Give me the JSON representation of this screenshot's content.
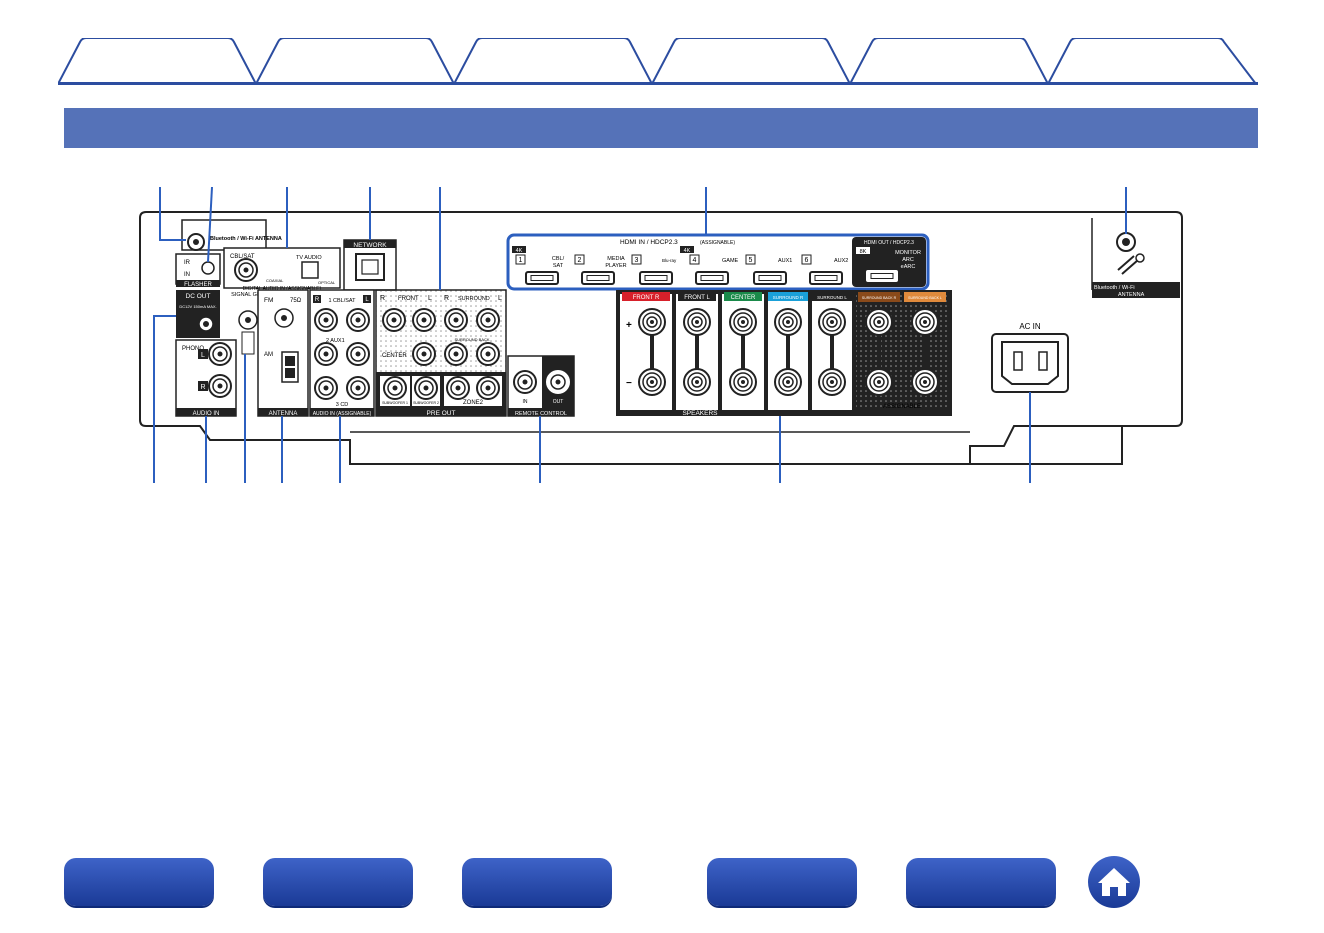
{
  "nav_tabs": [
    {
      "label": ""
    },
    {
      "label": ""
    },
    {
      "label": ""
    },
    {
      "label": ""
    },
    {
      "label": ""
    },
    {
      "label": ""
    }
  ],
  "header": {
    "title": ""
  },
  "panel": {
    "bt_antenna_left": "Bluetooth / Wi-Fi ANTENNA",
    "bt_antenna_right": "Bluetooth / Wi-Fi",
    "bt_antenna_right2": "ANTENNA",
    "flasher": "FLASHER",
    "flasher_ir": "IR",
    "flasher_in": "IN",
    "dc_out": "DC OUT",
    "dc_out_spec": "DC12V 150mA MAX.",
    "signal_gnd": "SIGNAL GND",
    "phono": "PHONO",
    "audio_in": "AUDIO IN",
    "cbl_sat_coax": "CBL/SAT",
    "coaxial": "COAXIAL",
    "tv_audio": "TV AUDIO",
    "optical": "OPTICAL",
    "digital_audio_in": "DIGITAL AUDIO IN (ASSIGNABLE)",
    "network": "NETWORK",
    "fm": "FM",
    "ohm": "75Ω",
    "am": "AM",
    "antenna": "ANTENNA",
    "analog_1": "1 CBL/SAT",
    "analog_2": "2 AUX1",
    "analog_3": "3 CD",
    "audio_in_assign": "AUDIO IN (ASSIGNABLE)",
    "ch_r": "R",
    "ch_l": "L",
    "front": "FRONT",
    "surround": "SURROUND",
    "surround_back": "SURROUND BACK",
    "center": "CENTER",
    "subwoofer1": "SUBWOOFER 1",
    "subwoofer2": "SUBWOOFER 2",
    "zone2": "ZONE2",
    "pre_out": "PRE OUT",
    "remote_in": "IN",
    "remote_out": "OUT",
    "remote_control": "REMOTE CONTROL",
    "hdmi_in_title": "HDMI IN / HDCP2.3",
    "hdmi_assign": "(ASSIGNABLE)",
    "k4": "4K",
    "k8": "8K",
    "hdmi_in": [
      {
        "num": "1",
        "label": "CBL/",
        "label2": "SAT"
      },
      {
        "num": "2",
        "label": "MEDIA",
        "label2": "PLAYER"
      },
      {
        "num": "3",
        "label": "Blu-ray",
        "label2": ""
      },
      {
        "num": "4",
        "label": "GAME",
        "label2": ""
      },
      {
        "num": "5",
        "label": "AUX1",
        "label2": ""
      },
      {
        "num": "6",
        "label": "AUX2",
        "label2": ""
      }
    ],
    "hdmi_out_title": "HDMI OUT / HDCP2.3",
    "monitor": "MONITOR",
    "arc": "ARC",
    "earc": "eARC",
    "speaker_heads": [
      "FRONT R",
      "FRONT L",
      "CENTER",
      "SURROUND R",
      "SURROUND L",
      "SURROUND BACK R",
      "SURROUND BACK L"
    ],
    "speakers": "SPEAKERS",
    "assignable": "ASSIGNABLE",
    "plus": "+",
    "minus": "−",
    "ac_in": "AC IN"
  },
  "colors": {
    "tab_line": "#2c4da0",
    "header_bar": "#5572b8",
    "button": "#2448b0",
    "front_r": "#d7202a",
    "center": "#1a8a4a",
    "surround": "#1aa0d8",
    "surround_back_l": "#e08a3c",
    "callout": "#2c5fbf"
  }
}
